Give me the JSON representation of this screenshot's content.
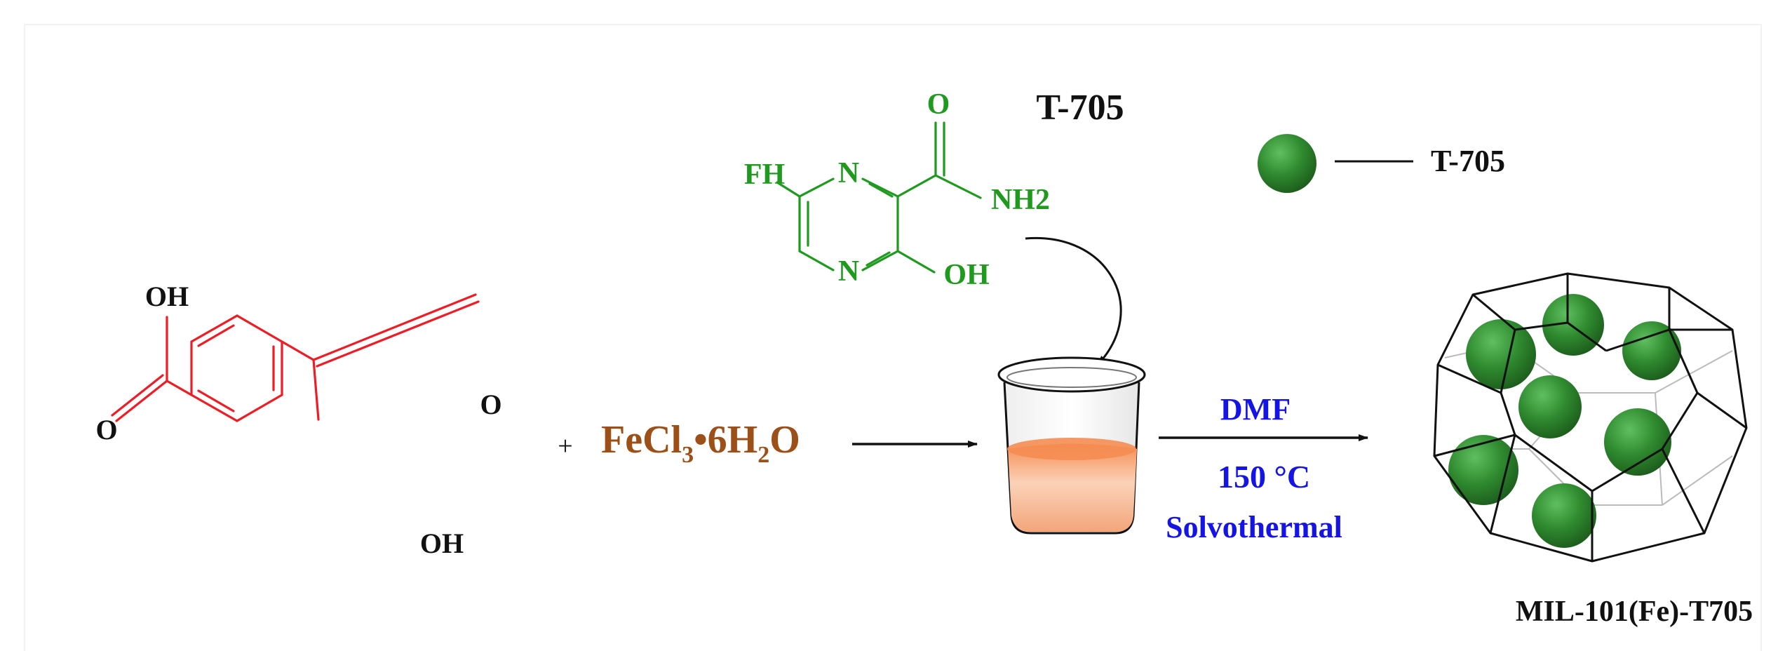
{
  "colors": {
    "acid": "#ee1c24",
    "iron": "#9c4f17",
    "drug": "#1f9a1f",
    "conditions": "#1414e6",
    "black": "#111111",
    "sphere": "#2f8a2f",
    "liquid": "#f5a06f"
  },
  "terephthalic": {
    "oh_top": "OH",
    "o_left": "O",
    "o_right": "O",
    "oh_bottom": "OH"
  },
  "plus": "+",
  "iron_salt": {
    "fe": "FeCl",
    "sub3": "3",
    "mid": "•6H",
    "sub2": "2",
    "o": "O"
  },
  "t705": {
    "title": "T-705",
    "f": "FH",
    "n_top": "N",
    "n_bottom": "N",
    "o": "O",
    "nh2": "NH2",
    "oh": "OH"
  },
  "legend": {
    "label": "T-705",
    "icon": "sphere-icon"
  },
  "conditions": {
    "solvent": "DMF",
    "temperature": "150 °C",
    "method": "Solvothermal"
  },
  "product": {
    "label": "MIL-101(Fe)-T705"
  }
}
